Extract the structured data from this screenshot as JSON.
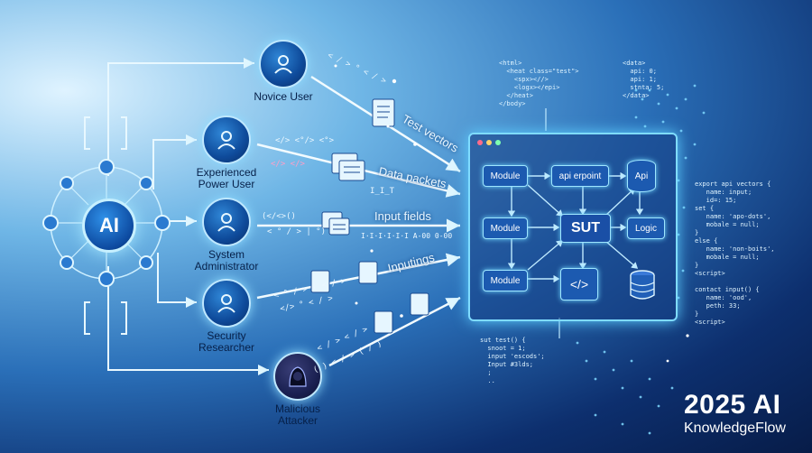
{
  "diagram": {
    "source_label": "AI",
    "personas": [
      {
        "id": "novice",
        "label": "Novice User",
        "icon": "user-icon"
      },
      {
        "id": "experienced",
        "label": "Experienced\nPower User",
        "icon": "user-icon"
      },
      {
        "id": "sysadmin",
        "label": "System\nAdministrator",
        "icon": "user-icon"
      },
      {
        "id": "researcher",
        "label": "Security\nResearcher",
        "icon": "user-icon"
      },
      {
        "id": "attacker",
        "label": "Malicious\nAttacker",
        "icon": "hooded-attacker-icon"
      }
    ],
    "flows": [
      {
        "label": "Test vectors"
      },
      {
        "label": "Data packets"
      },
      {
        "label": "Input fields"
      },
      {
        "label": "Inputings"
      }
    ],
    "system": {
      "center": "SUT",
      "modules": [
        "Module",
        "Module",
        "Module"
      ],
      "api_endpoint": "api erpoint",
      "api": "Api",
      "logic": "Logic"
    },
    "code_snippets": {
      "html": "<html>\n  <heat class=\"test\">\n    <spx><//>\n    <logx></epi>\n  </heat>\n</body>",
      "data": "<data>\n  api: 0;\n  api: 1;\n  stnta: 5;\n</data>",
      "vectors": "export api vectors {\n   name: input;\n   id=: 15;\nset {\n   name: 'apo-dots',\n   mobale = null;\n}\nelse {\n   name: 'non-boits',\n   mobale = null;\n}\n<script>\n\ncontact input() {\n   name: 'ood',\n   peth: 33;\n}\n<script>",
      "test": "sut test() {\n  snoot = 1;\n  input 'escods';\n  Input #3lds;\n  ;\n  ..",
      "glyph_row_1": "< / > ° < / >",
      "glyph_row_2": "</> <°/> <°>",
      "glyph_row_3": "</> </>",
      "glyph_row_4": "(</<>()",
      "glyph_row_5": "< ° / > | °)",
      "glyph_row_6": "I_I_T",
      "glyph_row_7": "Ι·Ι·Ι·Ι·Ι·Ι A-00 0-00",
      "glyph_row_8": "< ° / > ( < / >",
      "glyph_row_9": "</> ° < / >",
      "glyph_row_10": "< / > < / >",
      "glyph_row_11": "( ) < / > ( / )"
    },
    "colors": {
      "accent_glow": "#7fdcff",
      "panel": "#1c5ab0",
      "attacker": "#1b2152"
    }
  },
  "branding": {
    "year": "2025 AI",
    "name": "KnowledgeFlow"
  }
}
